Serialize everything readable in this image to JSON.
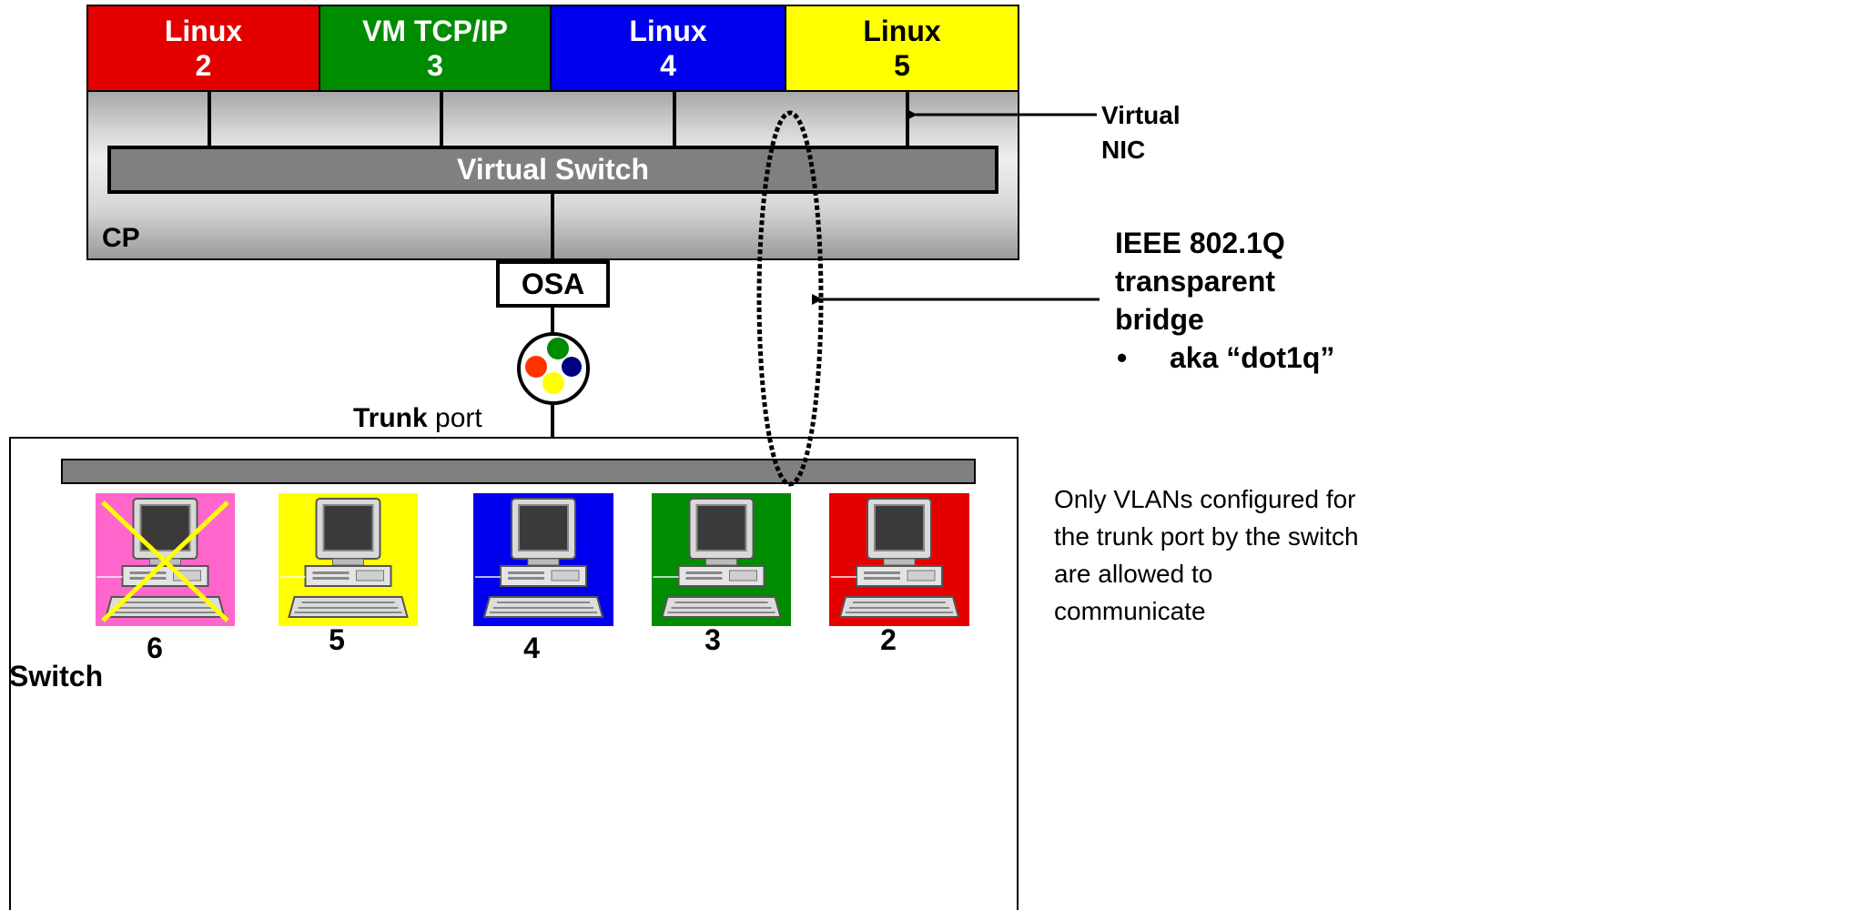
{
  "guests": [
    {
      "line1": "Linux",
      "line2": "2",
      "color": "#e50000",
      "text_color": "#ffffff"
    },
    {
      "line1": "VM TCP/IP",
      "line2": "3",
      "color": "#008c00",
      "text_color": "#ffffff"
    },
    {
      "line1": "Linux",
      "line2": "4",
      "color": "#0000ee",
      "text_color": "#ffffff"
    },
    {
      "line1": "Linux",
      "line2": "5",
      "color": "#ffff00",
      "text_color": "#000000"
    }
  ],
  "cp_label": "CP",
  "virtual_switch_label": "Virtual Switch",
  "osa_label": "OSA",
  "trunk_port": {
    "bold": "Trunk",
    "rest": " port"
  },
  "switch_label": "Switch",
  "virtual_nic_label": [
    "Virtual",
    "NIC"
  ],
  "ieee_label": [
    "IEEE 802.1Q",
    "transparent",
    "bridge"
  ],
  "ieee_bullet": "aka “dot1q”",
  "bullet_char": "•",
  "note_text": [
    "Only VLANs configured for",
    "the trunk port by the switch",
    "are allowed to",
    "communicate"
  ],
  "vlan_dots": [
    {
      "color": "#ff3300"
    },
    {
      "color": "#008c00"
    },
    {
      "color": "#000080"
    },
    {
      "color": "#ffff00"
    }
  ],
  "endpoints": [
    {
      "number": "6",
      "color": "#ff66cc",
      "excluded": true
    },
    {
      "number": "5",
      "color": "#ffff00",
      "excluded": false
    },
    {
      "number": "4",
      "color": "#0000ee",
      "excluded": false
    },
    {
      "number": "3",
      "color": "#008c00",
      "excluded": false
    },
    {
      "number": "2",
      "color": "#e50000",
      "excluded": false
    }
  ],
  "icons": {
    "computer": "desktop-computer-icon",
    "excluded_mark": "x-cross-icon",
    "vlan_port": "vlan-trunk-port-icon"
  }
}
